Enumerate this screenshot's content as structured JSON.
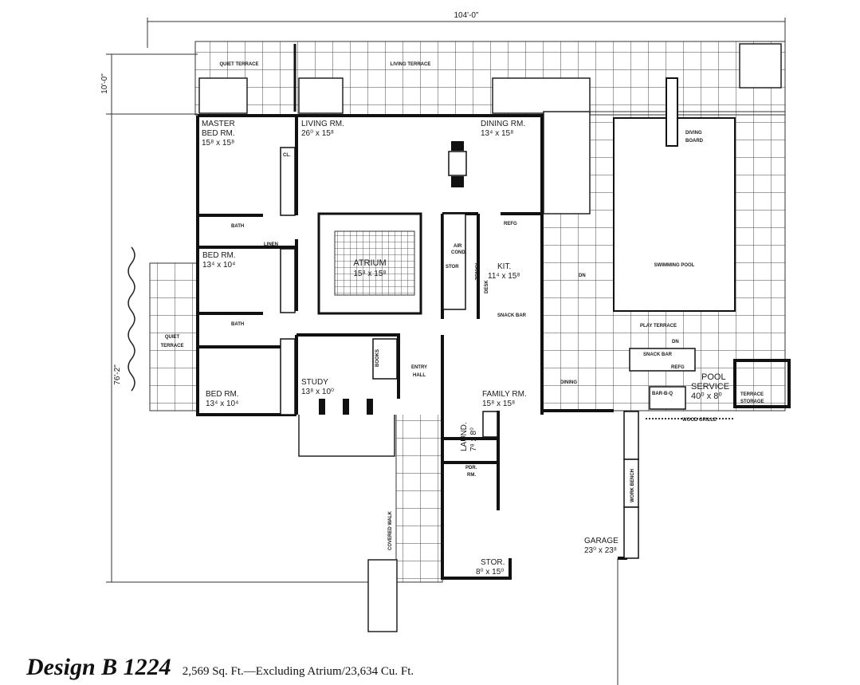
{
  "dimensions": {
    "width": "104'-0\"",
    "top_depth": "10'-0\"",
    "depth": "76'-2\""
  },
  "rooms": {
    "quiet_terrace_top": "QUIET TERRACE",
    "living_terrace": "LIVING TERRACE",
    "master_bed": {
      "name1": "MASTER",
      "name2": "BED RM.",
      "size": "15⁸ x 15⁸"
    },
    "living": {
      "name": "LIVING RM.",
      "size": "26⁰ x 15⁸"
    },
    "dining": {
      "name": "DINING RM.",
      "size": "13⁴ x 15⁸"
    },
    "bath1": "BATH",
    "linen": "LINEN",
    "bed2": {
      "name": "BED RM.",
      "size": "13⁴ x 10⁴"
    },
    "atrium": {
      "name": "ATRIUM",
      "size": "15⁸ x 15⁸"
    },
    "air_cond": {
      "l1": "AIR",
      "l2": "COND."
    },
    "range": "RANGE",
    "desk": "DESK",
    "refg": "REFG",
    "stor_small": "STOR",
    "kitchen": {
      "name": "KIT.",
      "size": "11⁴ x 15⁸"
    },
    "snack_bar": "SNACK BAR",
    "dn": "DN",
    "swimming_pool": "SWIMMING POOL",
    "diving_board": {
      "l1": "DIVING",
      "l2": "BOARD"
    },
    "quiet_terrace_side": {
      "l1": "QUIET",
      "l2": "TERRACE"
    },
    "bath2": "BATH",
    "closet": "CL.",
    "study": {
      "name": "STUDY",
      "size": "13⁸ x 10⁰"
    },
    "books": "BOOKS",
    "entry_hall": {
      "l1": "ENTRY",
      "l2": "HALL"
    },
    "bed3": {
      "name": "BED RM.",
      "size": "13⁴ x 10⁴"
    },
    "play_terrace": "PLAY TERRACE",
    "dn2": "DN",
    "snack_bar_outdoor": "SNACK BAR",
    "refg_outdoor": "REFG",
    "dining_outdoor": "DINING",
    "pool_service": {
      "l1": "POOL",
      "l2": "SERVICE",
      "size": "40⁰ x 8⁰"
    },
    "terrace_storage": {
      "l1": "TERRACE",
      "l2": "STORAGE"
    },
    "bar_b_q": "BAR-B-Q",
    "wood_grille": "WOOD GRILLE",
    "family": {
      "name": "FAMILY RM.",
      "size": "15⁸ x 15⁸"
    },
    "laundry": {
      "name": "LAUND.",
      "size": "7⁸ x 8⁰"
    },
    "powder": {
      "l1": "PDR.",
      "l2": "RM."
    },
    "work_bench": "WORK BENCH",
    "garage": {
      "name": "GARAGE",
      "size": "23⁰ x 23⁸"
    },
    "storage": {
      "name": "STOR.",
      "size": "8⁰ x 15⁰"
    },
    "covered_walk": "COVERED WALK"
  },
  "caption": {
    "title": "Design B 1224",
    "subtitle": "2,569 Sq. Ft.—Excluding Atrium/23,634 Cu. Ft."
  }
}
